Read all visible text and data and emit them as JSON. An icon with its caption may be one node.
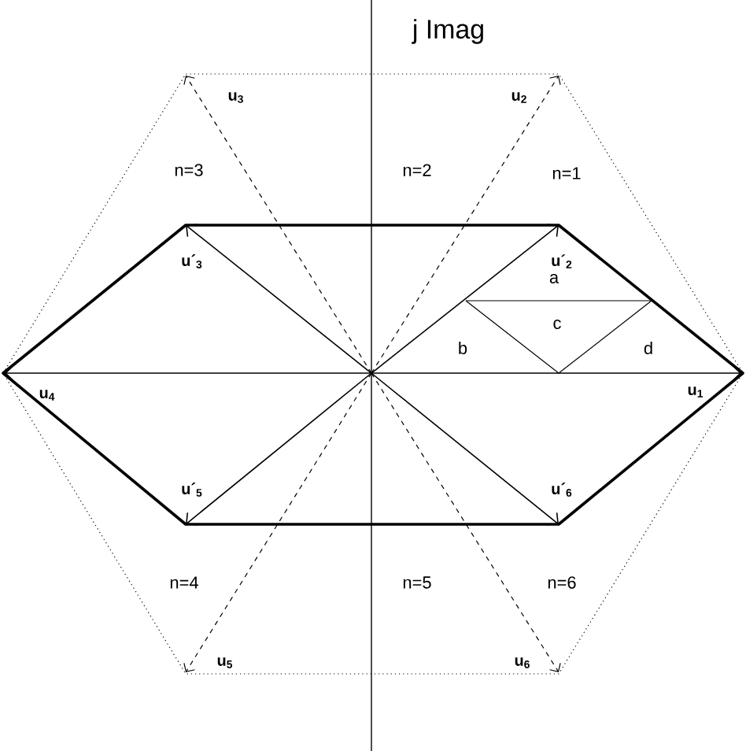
{
  "diagram": {
    "labels": [
      "j Imag",
      "u$_{3}$",
      "u$_{2}$",
      "n=3",
      "n=2",
      "n=1",
      "u´$_{3}$",
      "u´$_{2}$",
      "a",
      "c",
      "b",
      "d",
      "u$_{4}$",
      "u$_{1}$",
      "u´$_{5}$",
      "u´$_{6}$",
      "n=4",
      "n=5",
      "n=6",
      "u$_{5}$",
      "u$_{6}$"
    ]
  }
}
